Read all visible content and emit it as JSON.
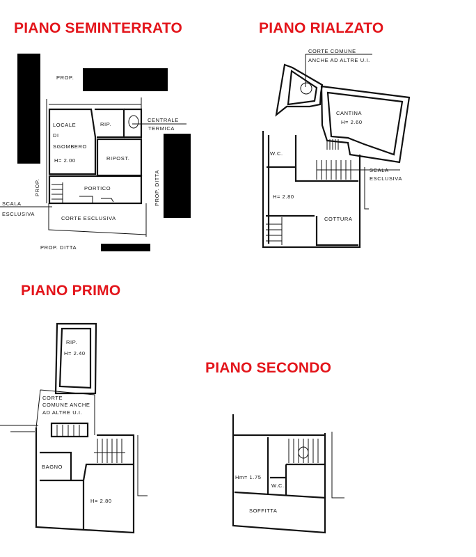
{
  "accent_color": "#e3151b",
  "floors": {
    "seminterrato": {
      "title": "PIANO SEMINTERRATO",
      "labels": {
        "prop_top": "PROP.",
        "locale": "LOCALE",
        "di": "DI",
        "sgombero": "SGOMBERO",
        "height": "H= 2.00",
        "rip": "RIP.",
        "centrale": "CENTRALE",
        "termica": "TERMICA",
        "ripost": "RIPOST.",
        "portico": "PORTICO",
        "prop_left": "PROP.",
        "prop_ditta_right": "PROP. DITTA",
        "scala": "SCALA",
        "esclusiva": "ESCLUSIVA",
        "corte_esclusiva": "CORTE ESCLUSIVA",
        "prop_ditta_bottom": "PROP. DITTA"
      }
    },
    "rialzato": {
      "title": "PIANO RIALZATO",
      "labels": {
        "corte_comune": "CORTE COMUNE",
        "anche_altre": "ANCHE AD ALTRE U.I.",
        "cantina": "CANTINA",
        "cantina_height": "H= 2.60",
        "wc": "W.C.",
        "scala": "SCALA",
        "esclusiva": "ESCLUSIVA",
        "height": "H= 2.80",
        "cottura": "COTTURA"
      }
    },
    "primo": {
      "title": "PIANO PRIMO",
      "labels": {
        "rip": "RIP.",
        "rip_height": "H= 2.40",
        "corte": "CORTE",
        "comune_anche": "COMUNE ANCHE",
        "ad_altre": "AD ALTRE U.I.",
        "bagno": "BAGNO",
        "height": "H= 2.80"
      }
    },
    "secondo": {
      "title": "PIANO SECONDO",
      "labels": {
        "height": "Hm= 1.75",
        "wc": "W.C.",
        "soffitta": "SOFFITTA"
      }
    }
  }
}
